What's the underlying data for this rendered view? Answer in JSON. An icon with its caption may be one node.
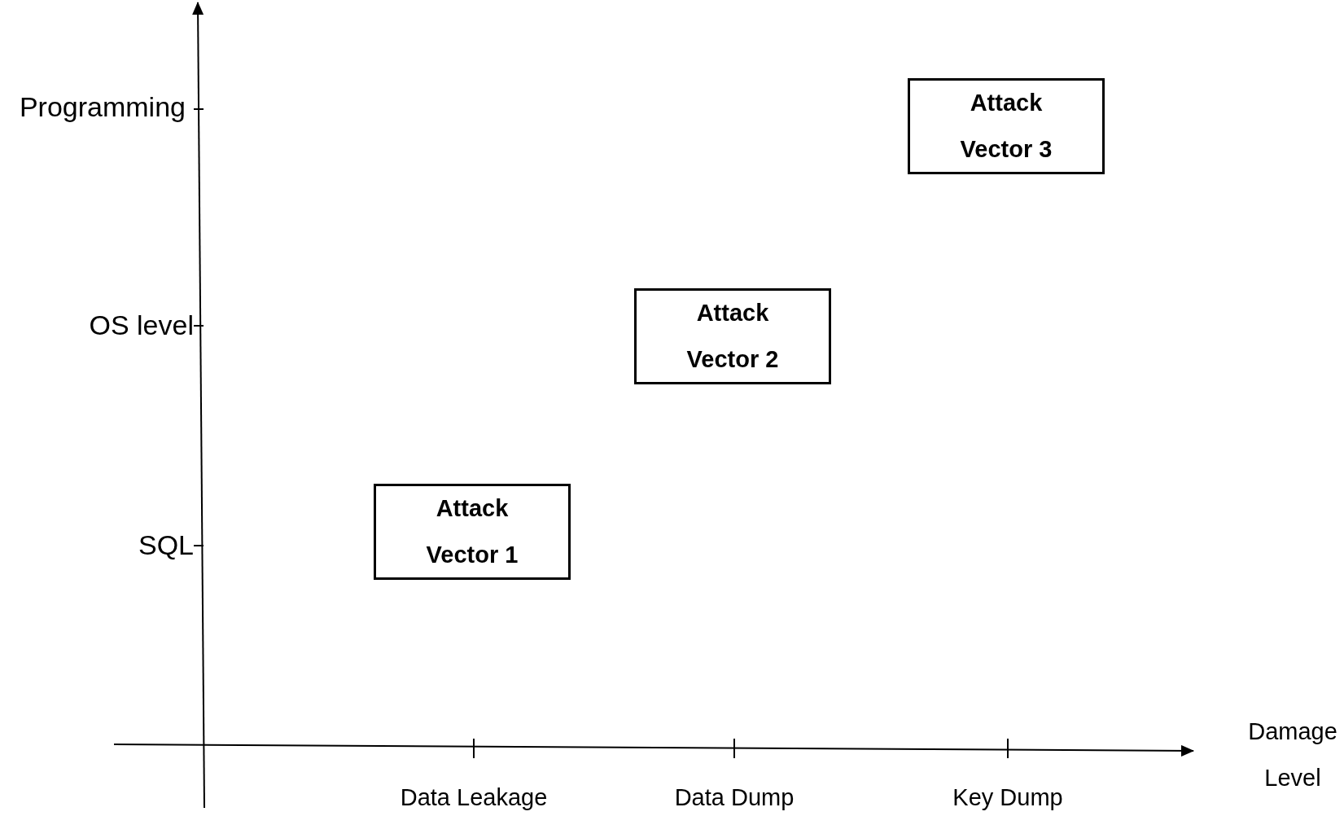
{
  "diagram": {
    "nodes": [
      {
        "text": [
          "Attack Vector 3"
        ]
      },
      {
        "text": [
          "Attack Vector 2"
        ]
      },
      {
        "text": [
          "Attack Vector 1"
        ]
      }
    ],
    "labels": [
      "Programming",
      "OS level",
      "SQL",
      "Damage Level",
      "Data Leakage",
      "Data Dump",
      "Key Dump"
    ]
  }
}
